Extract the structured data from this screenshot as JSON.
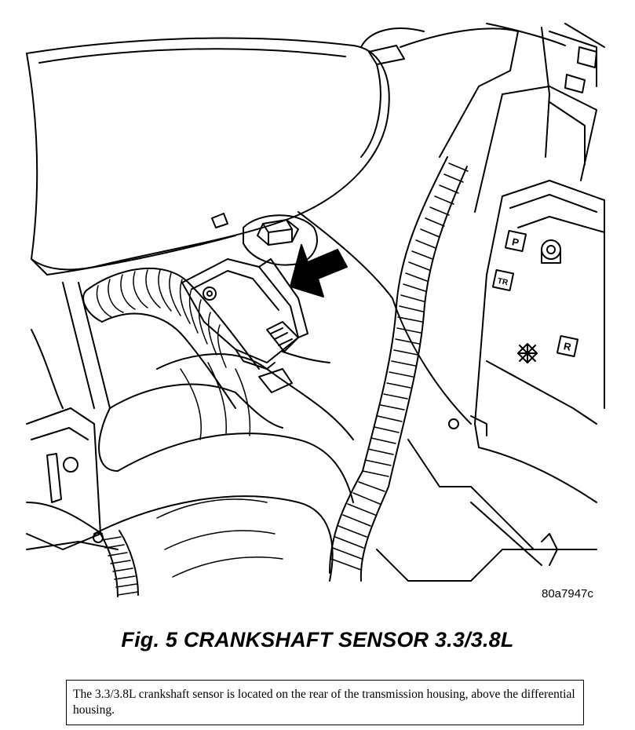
{
  "figure": {
    "reference_code": "80a7947c",
    "title": "Fig. 5 CRANKSHAFT SENSOR 3.3/3.8L",
    "caption": "The 3.3/3.8L crankshaft sensor is located on the rear of the transmission housing, above the differential housing.",
    "housing_labels": [
      "P",
      "TR",
      "R"
    ]
  }
}
